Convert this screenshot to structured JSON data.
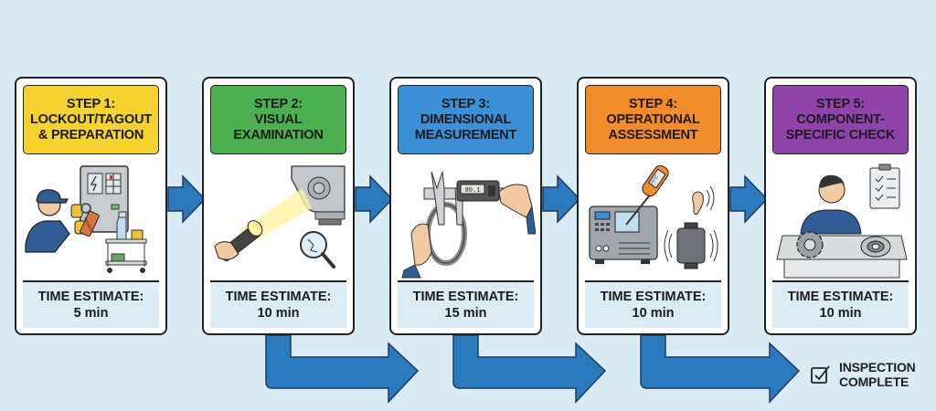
{
  "diagram": {
    "steps": [
      {
        "title_line1": "STEP 1:",
        "title_line2": "LOCKOUT/TAGOUT",
        "title_line3": "& PREPARATION",
        "color": "#f6d22f",
        "time_label": "TIME ESTIMATE:",
        "time_value": "5 min",
        "tag_text": "LOCKED",
        "illustration": "worker-lockout-panel-cleaning-cart"
      },
      {
        "title_line1": "STEP 2:",
        "title_line2": "VISUAL",
        "title_line3": "EXAMINATION",
        "color": "#4caf50",
        "time_label": "TIME ESTIMATE:",
        "time_value": "10 min",
        "illustration": "flashlight-machine-magnifier-crack"
      },
      {
        "title_line1": "STEP 3:",
        "title_line2": "DIMENSIONAL",
        "title_line3": "MEASUREMENT",
        "color": "#3b8fd6",
        "time_label": "TIME ESTIMATE:",
        "time_value": "15 min",
        "caliper_reading": "80.1",
        "illustration": "digital-caliper-measuring-ring"
      },
      {
        "title_line1": "STEP 4:",
        "title_line2": "OPERATIONAL",
        "title_line3": "ASSESSMENT",
        "color": "#f28c28",
        "time_label": "TIME ESTIMATE:",
        "time_value": "10 min",
        "thermometer_reading": "75°C",
        "illustration": "thermometer-machine-ear-vibrating-motor"
      },
      {
        "title_line1": "STEP 5:",
        "title_line2": "COMPONENT-",
        "title_line3": "SPECIFIC CHECK",
        "color": "#8e44a8",
        "time_label": "TIME ESTIMATE:",
        "time_value": "10 min",
        "illustration": "worker-gear-bearing-checklist"
      }
    ],
    "completion": {
      "line1": "INSPECTION",
      "line2": "COMPLETE",
      "icon": "checkbox-check-icon"
    },
    "colors": {
      "background": "#d9ebf4",
      "arrow": "#2a7ac0",
      "outline": "#222222",
      "time_box": "#dcecf5"
    }
  }
}
